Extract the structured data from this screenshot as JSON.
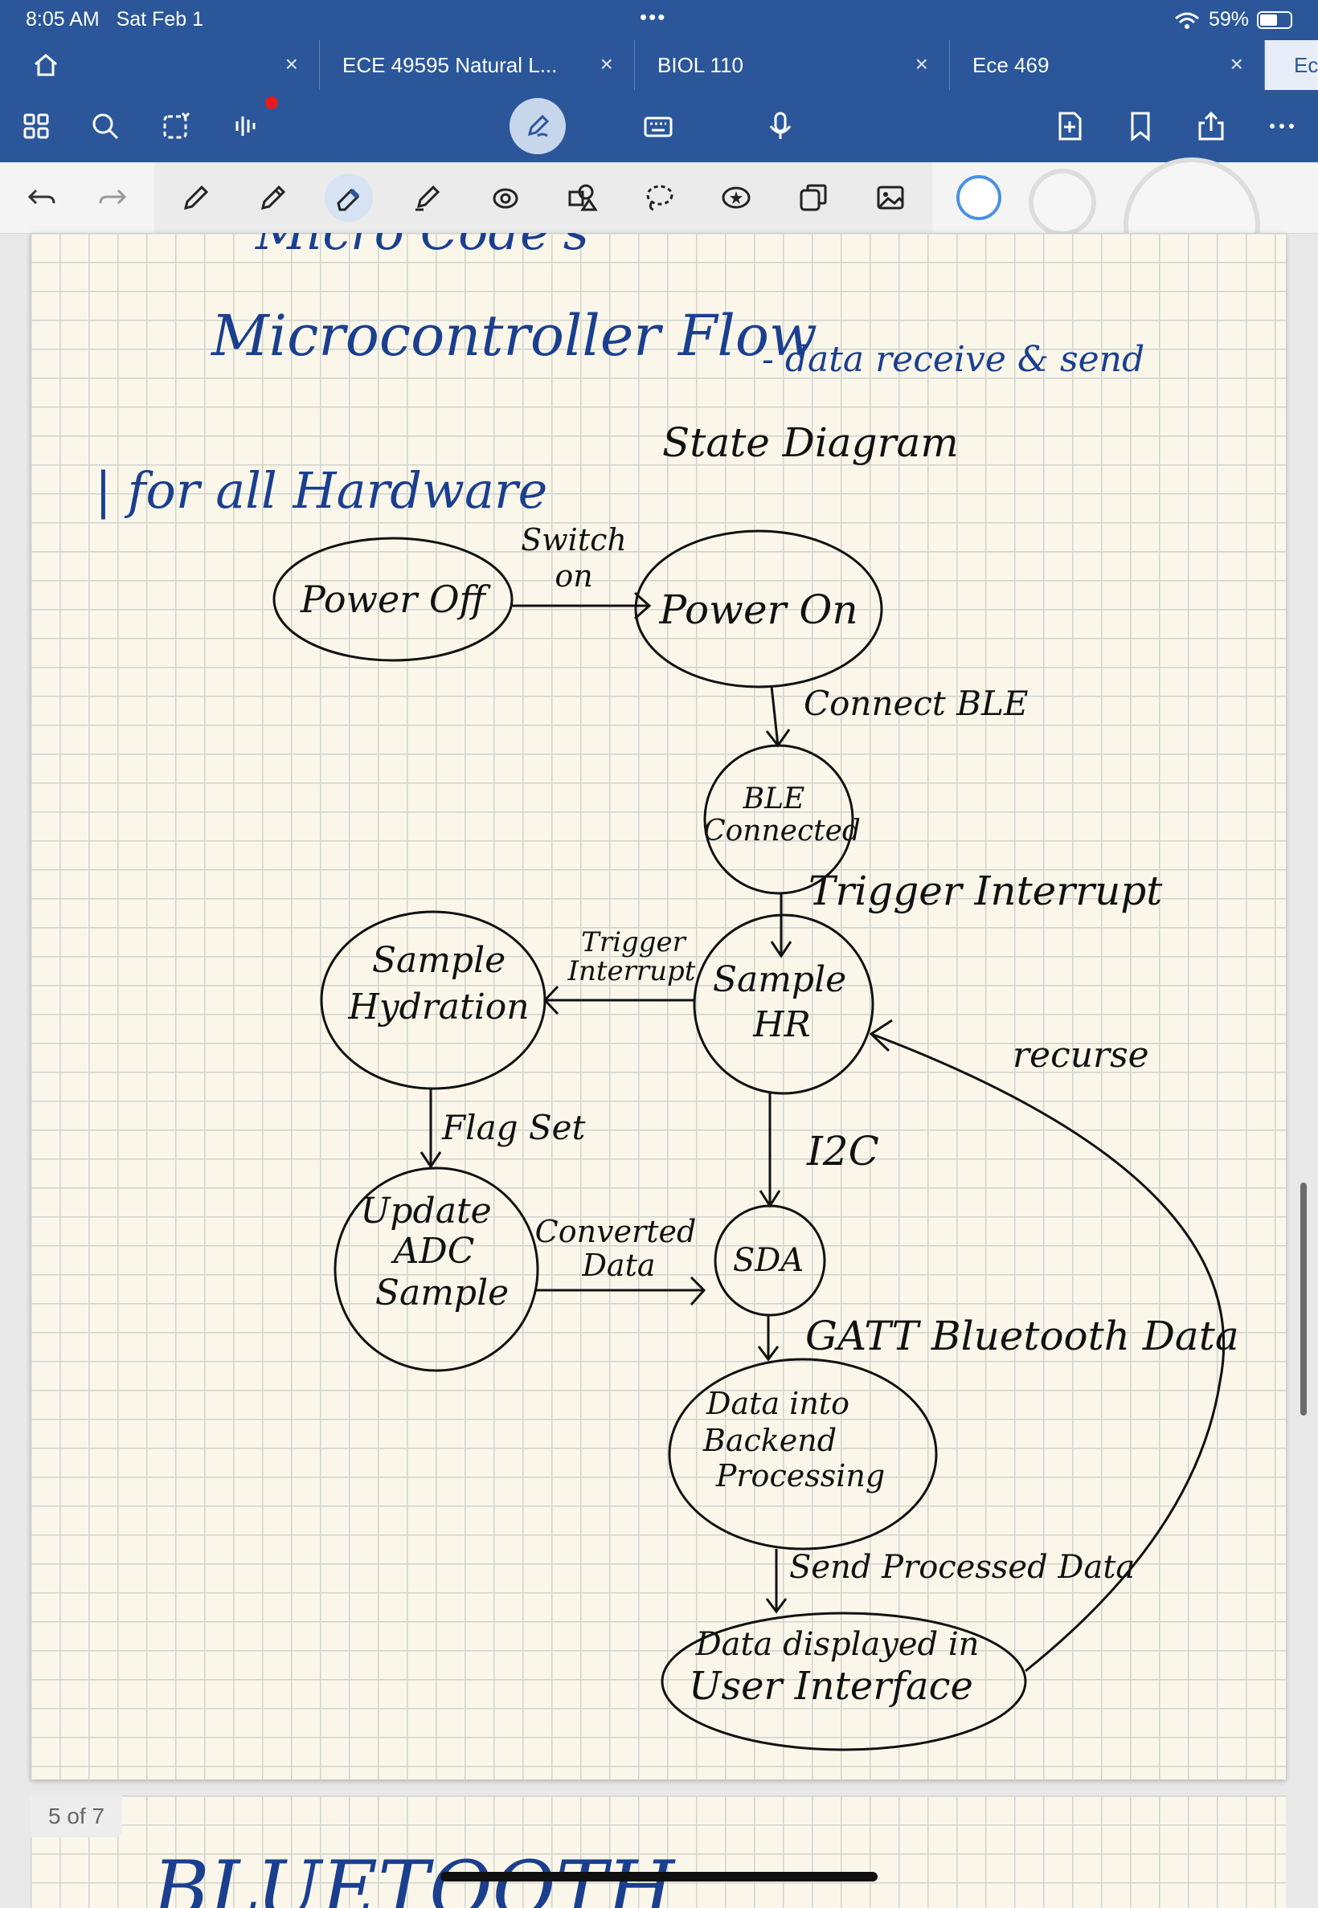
{
  "status_bar": {
    "time": "8:05 AM",
    "date": "Sat Feb 1",
    "battery": "59%",
    "battery_level": 0.59
  },
  "tabs": [
    {
      "label": "",
      "active": false
    },
    {
      "label": "ECE 49595 Natural L...",
      "active": false
    },
    {
      "label": "BIOL 110",
      "active": false
    },
    {
      "label": "Ece 469",
      "active": false
    },
    {
      "label": "Ece",
      "active": true
    }
  ],
  "toolbar": {
    "left_icons": [
      "home-icon",
      "grid-icon",
      "search-icon",
      "lasso-select-icon",
      "audio-waveform-icon"
    ],
    "center_icons": [
      "pen-mode-icon",
      "keyboard-icon",
      "microphone-icon"
    ],
    "right_icons": [
      "add-page-icon",
      "bookmark-icon",
      "share-icon",
      "more-icon"
    ],
    "recording_color": "#e41b1b",
    "accent": "#2b579a"
  },
  "tools": [
    "undo-icon",
    "redo-icon",
    "pen-icon",
    "pencil-icon",
    "eraser-icon",
    "highlighter-icon",
    "shape-icon",
    "elements-icon",
    "lasso-icon",
    "sticker-icon",
    "copy-icon",
    "image-icon"
  ],
  "note": {
    "top_partial": "Micro Code's",
    "title": "Microcontroller Flow",
    "subtitle": "- data receive & send",
    "hardware_line": "| for all Hardware",
    "diagram_title": "State Diagram",
    "states": {
      "power_off": "Power Off",
      "power_on": "Power On",
      "ble_line1": "BLE",
      "ble_line2": "Connected",
      "hyd_line1": "Sample",
      "hyd_line2": "Hydration",
      "hr_line1": "Sample",
      "hr_line2": "HR",
      "adc_line1": "Update",
      "adc_line2": "ADC",
      "adc_line3": "Sample",
      "sda": "SDA",
      "backend_line1": "Data into",
      "backend_line2": "Backend",
      "backend_line3": "Processing",
      "ui_line1": "Data displayed in",
      "ui_line2": "User Interface"
    },
    "transitions": {
      "switch_line1": "Switch",
      "switch_line2": "on",
      "connect_ble": "Connect BLE",
      "trigger_interrupt": "Trigger Interrupt",
      "trigger_line1": "Trigger",
      "trigger_line2": "Interrupt",
      "recurse": "recurse",
      "flag_set": "Flag Set",
      "i2c": "I2C",
      "converted_line1": "Converted",
      "converted_line2": "Data",
      "gatt": "GATT Bluetooth Data",
      "send_processed": "Send Processed Data"
    },
    "ink_color": "#1b3f8f"
  },
  "page_indicator": "5 of 7",
  "next_page_heading": "BLUETOOTH"
}
